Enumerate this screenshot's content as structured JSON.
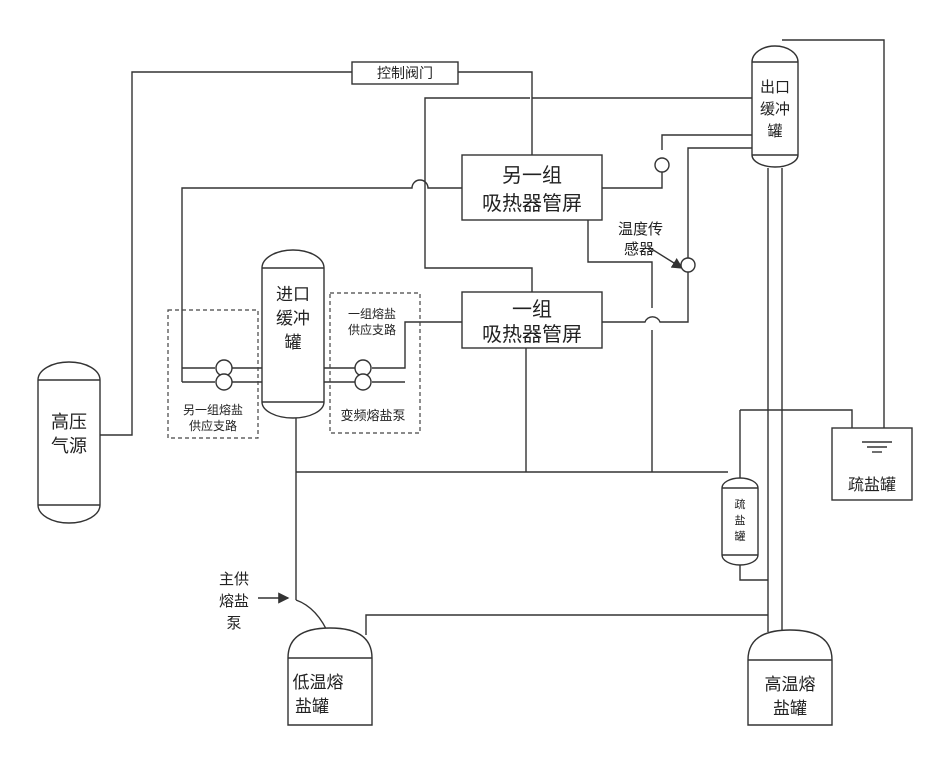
{
  "labels": {
    "control_valve": "控制阀门",
    "outlet_buffer_1": "出口",
    "outlet_buffer_2": "缓冲",
    "outlet_buffer_3": "罐",
    "other_group_1": "另一组",
    "other_group_2": "吸热器管屏",
    "temp_sensor_1": "温度传",
    "temp_sensor_2": "感器",
    "inlet_buffer_1": "进口",
    "inlet_buffer_2": "缓冲",
    "inlet_buffer_3": "罐",
    "group_1": "一组",
    "group_2": "吸热器管屏",
    "one_supply_1": "一组熔盐",
    "one_supply_2": "供应支路",
    "other_supply_1": "另一组熔盐",
    "other_supply_2": "供应支路",
    "vfd_pump": "变频熔盐泵",
    "hp_gas_1": "高压",
    "hp_gas_2": "气源",
    "drain_tank": "疏盐罐",
    "salt_trap_1": "疏",
    "salt_trap_2": "盐",
    "salt_trap_3": "罐",
    "main_pump_1": "主供",
    "main_pump_2": "熔盐",
    "main_pump_3": "泵",
    "low_temp_1": "低温熔",
    "low_temp_2": "盐罐",
    "high_temp_1": "高温熔",
    "high_temp_2": "盐罐"
  }
}
